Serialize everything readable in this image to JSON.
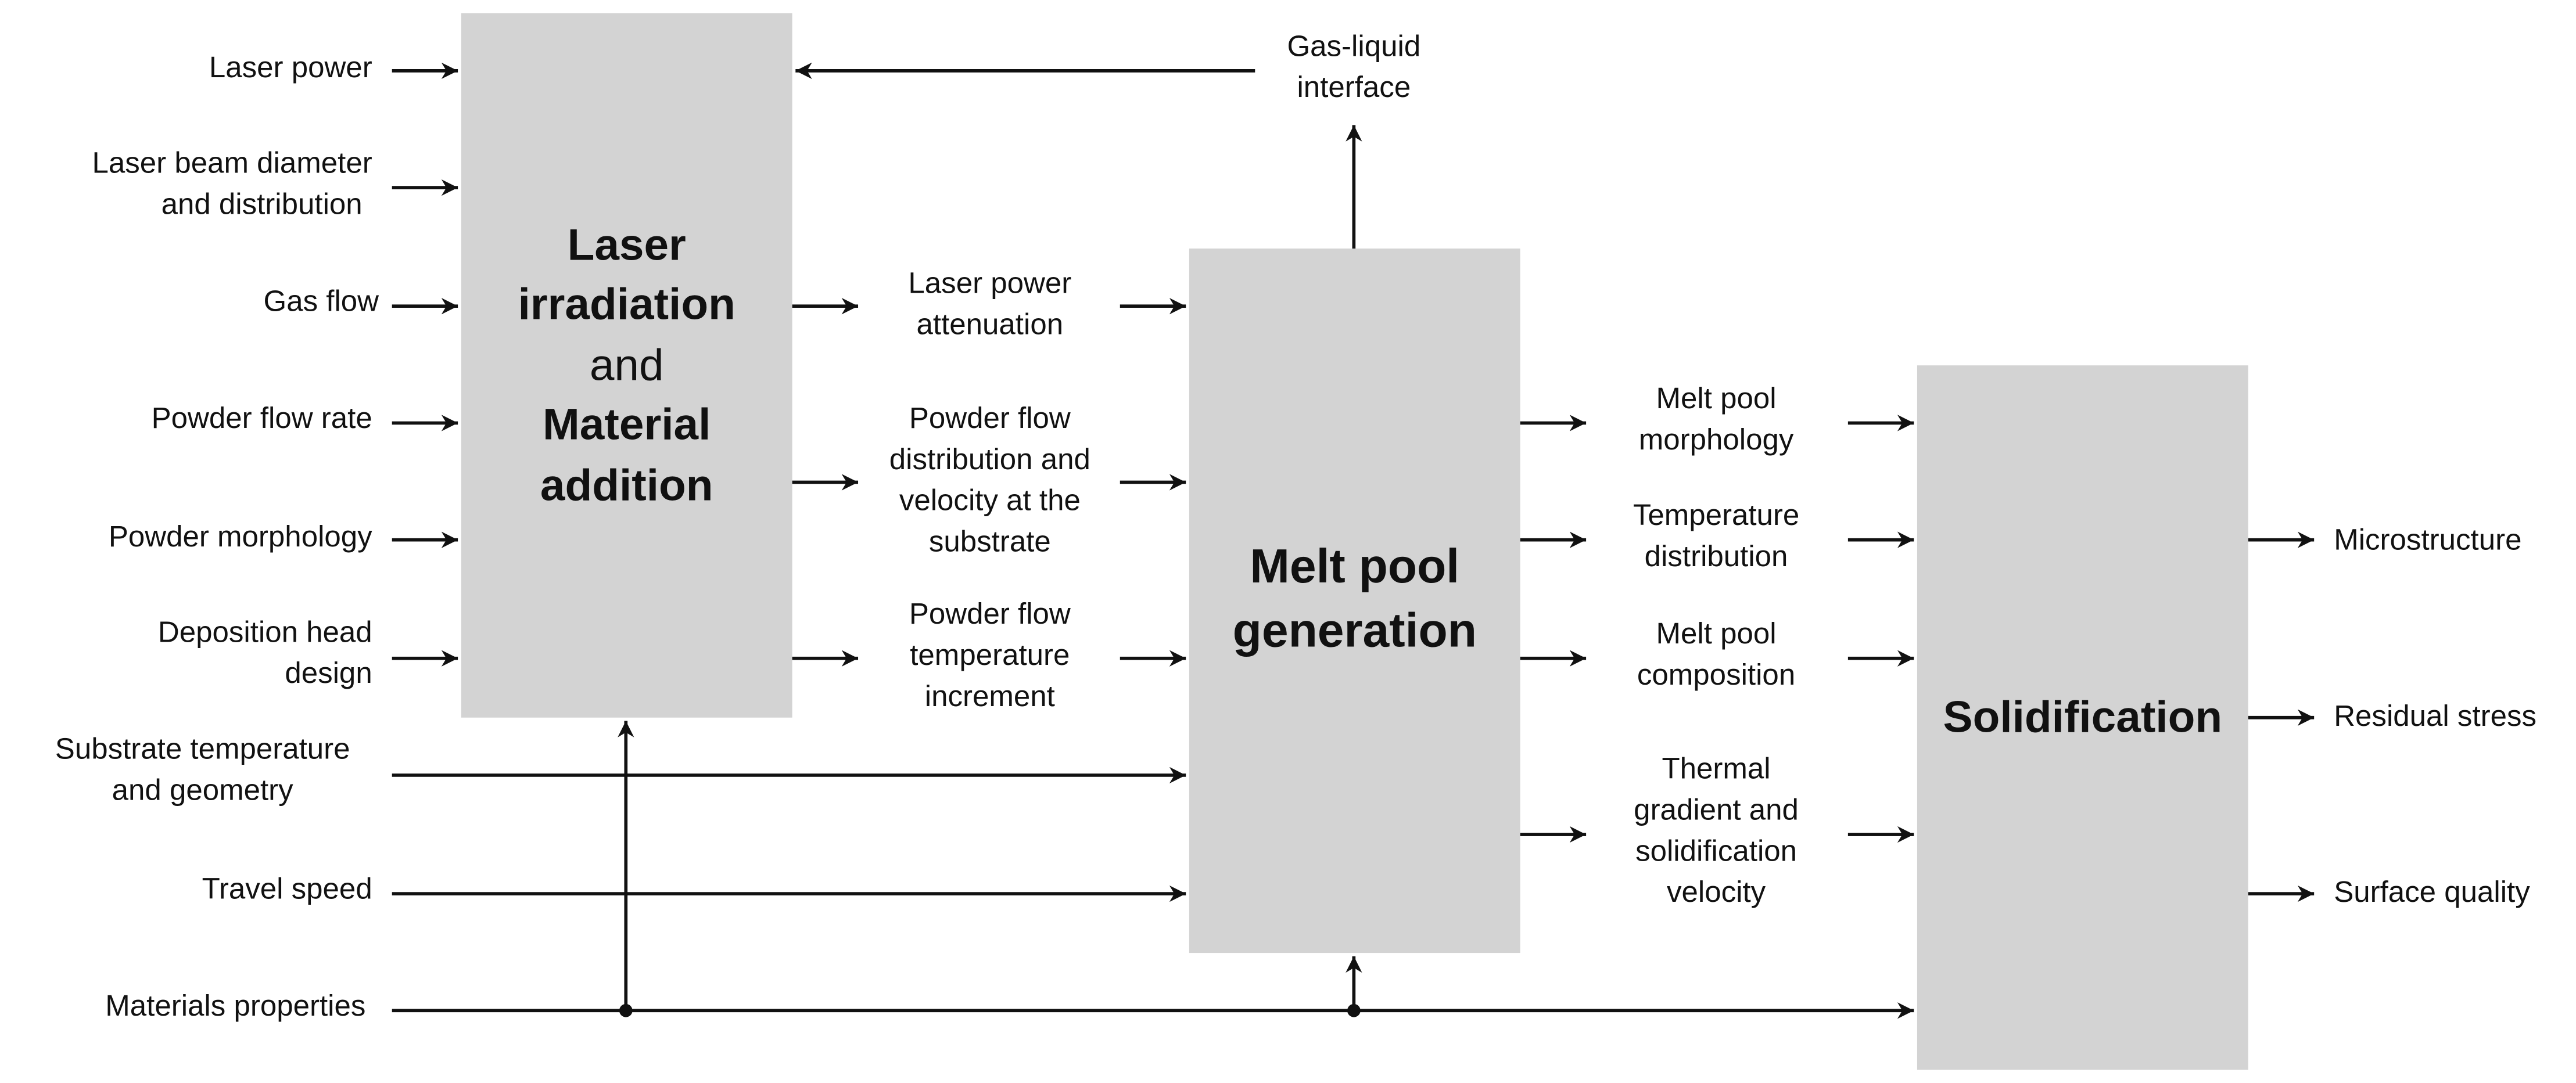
{
  "blocks": {
    "laser_material": {
      "title_line1": "Laser",
      "title_line2": "irradiation",
      "title_line3": "and",
      "title_line4": "Material",
      "title_line5": "addition"
    },
    "melt_pool": {
      "title_line1": "Melt pool",
      "title_line2": "generation"
    },
    "solidification": {
      "title": "Solidification"
    }
  },
  "inputs": {
    "laser_power": "Laser power",
    "beam_diameter": [
      "Laser beam diameter",
      "and distribution"
    ],
    "gas_flow": "Gas flow",
    "powder_flow_rate": "Powder flow rate",
    "powder_morphology": "Powder morphology",
    "deposition_head": [
      "Deposition head",
      "design"
    ],
    "substrate": [
      "Substrate temperature",
      "and geometry"
    ],
    "travel_speed": "Travel speed",
    "materials_properties": "Materials properties"
  },
  "intermediate": {
    "gas_liquid": [
      "Gas-liquid",
      "interface"
    ],
    "laser_power_attenuation": [
      "Laser power",
      "attenuation"
    ],
    "powder_flow_distribution": [
      "Powder flow",
      "distribution and",
      "velocity at the",
      "substrate"
    ],
    "powder_flow_temperature": [
      "Powder flow",
      "temperature",
      "increment"
    ],
    "melt_pool_morphology": [
      "Melt pool",
      "morphology"
    ],
    "temperature_distribution": [
      "Temperature",
      "distribution"
    ],
    "melt_pool_composition": [
      "Melt pool",
      "composition"
    ],
    "thermal_gradient": [
      "Thermal",
      "gradient and",
      "solidification",
      "velocity"
    ]
  },
  "outputs": {
    "microstructure": "Microstructure",
    "residual_stress": "Residual stress",
    "surface_quality": "Surface quality"
  }
}
